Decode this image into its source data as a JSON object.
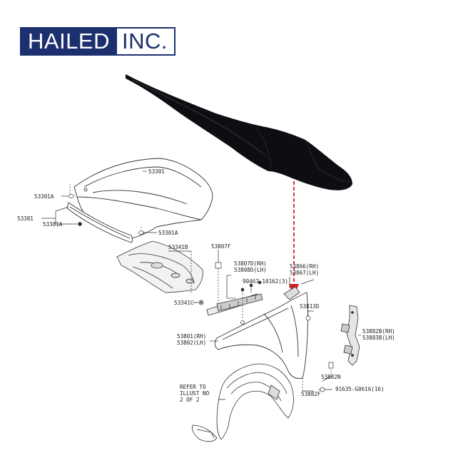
{
  "logo": {
    "part1": "HAILED",
    "part2": "INC."
  },
  "labels": {
    "p53301": "53301",
    "p53301A_top": "53301A",
    "p53381": "53381",
    "p53381A": "53381A",
    "p53301A_bottom": "53301A",
    "p53341B": "53341B",
    "p53807F": "53807F",
    "p53807D": "53807D(RH)",
    "p53808D": "53808D(LH)",
    "p53866": "53866(RH)",
    "p53867": "53867(LH)",
    "p90467": "90467-10162(3)",
    "p53341C": "53341C",
    "p53813D": "53813D",
    "p53801": "53801(RH)",
    "p53802": "53802(LH)",
    "p53882B": "53882B(RH)",
    "p53883B": "53883B(LH)",
    "p53882N": "53882N",
    "p53882F": "53882F",
    "p91635": "91635-G0616(16)",
    "refer1": "REFER TO",
    "refer2": "ILLUST NO",
    "refer3": "2 OF 2"
  },
  "colors": {
    "brand": "#1c2f6e",
    "arrow": "#d42020",
    "part": "#0e0e12",
    "line": "#333333"
  }
}
